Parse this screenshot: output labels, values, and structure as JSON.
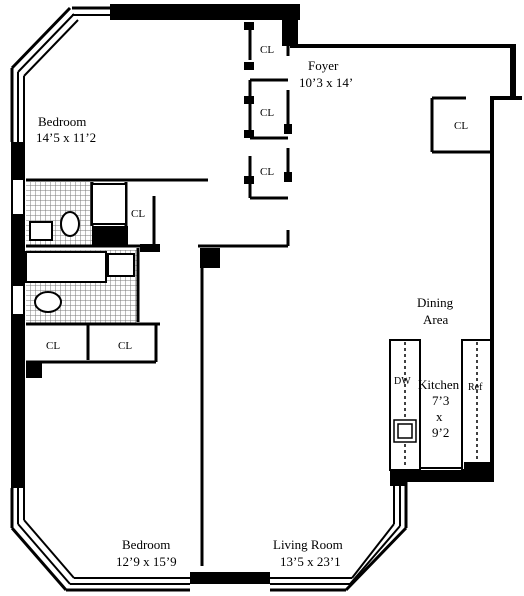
{
  "rooms": {
    "bedroom1": {
      "name": "Bedroom",
      "dims": "14’5 x 11’2"
    },
    "foyer": {
      "name": "Foyer",
      "dims": "10’3 x 14’"
    },
    "dining": {
      "line1": "Dining",
      "line2": "Area"
    },
    "kitchen": {
      "name": "Kitchen",
      "dim1": "7’3",
      "x": "x",
      "dim2": "9’2"
    },
    "bedroom2": {
      "name": "Bedroom",
      "dims": "12’9 x 15’9"
    },
    "living": {
      "name": "Living Room",
      "dims": "13’5 x 23’1"
    }
  },
  "closets": {
    "label": "CL"
  },
  "appliances": {
    "dishwasher": "DW",
    "refrigerator": "Ref"
  },
  "colors": {
    "wall": "#000000",
    "tile": "#8a8a8a",
    "background": "#ffffff"
  }
}
